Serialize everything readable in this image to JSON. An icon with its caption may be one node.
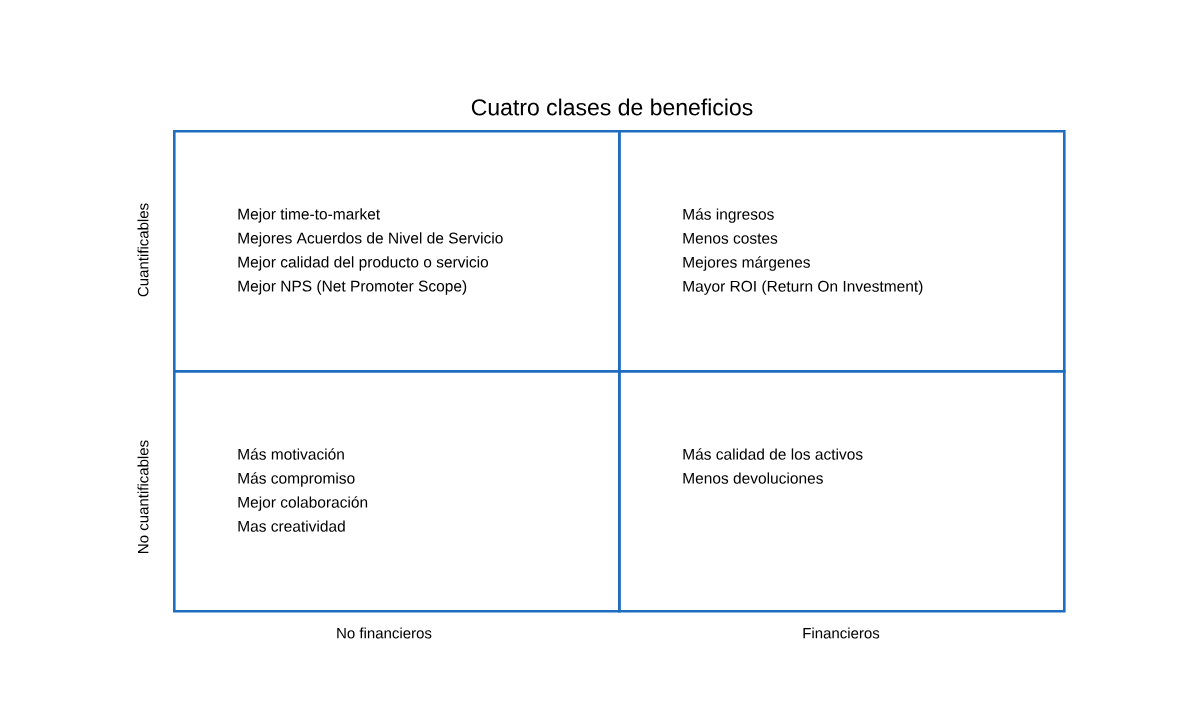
{
  "diagram": {
    "title": "Cuatro clases de beneficios",
    "nodes": [
      {
        "text": [
          "Mejor time-to-market",
          "Mejores Acuerdos de Nivel de Servicio",
          "Mejor calidad del producto o servicio",
          "Mejor NPS (Net Promoter Scope)"
        ]
      },
      {
        "text": [
          "Más ingresos",
          "Menos costes",
          "Mejores márgenes",
          "Mayor ROI (Return On Investment)"
        ]
      },
      {
        "text": [
          "Más motivación",
          "Más compromiso",
          "Mejor colaboración",
          "Mas creatividad"
        ]
      },
      {
        "text": [
          "Más calidad de los activos",
          "Menos devoluciones"
        ]
      }
    ],
    "labels": [
      "Cuantificables",
      "No cuantificables",
      "No financieros",
      "Financieros"
    ]
  }
}
